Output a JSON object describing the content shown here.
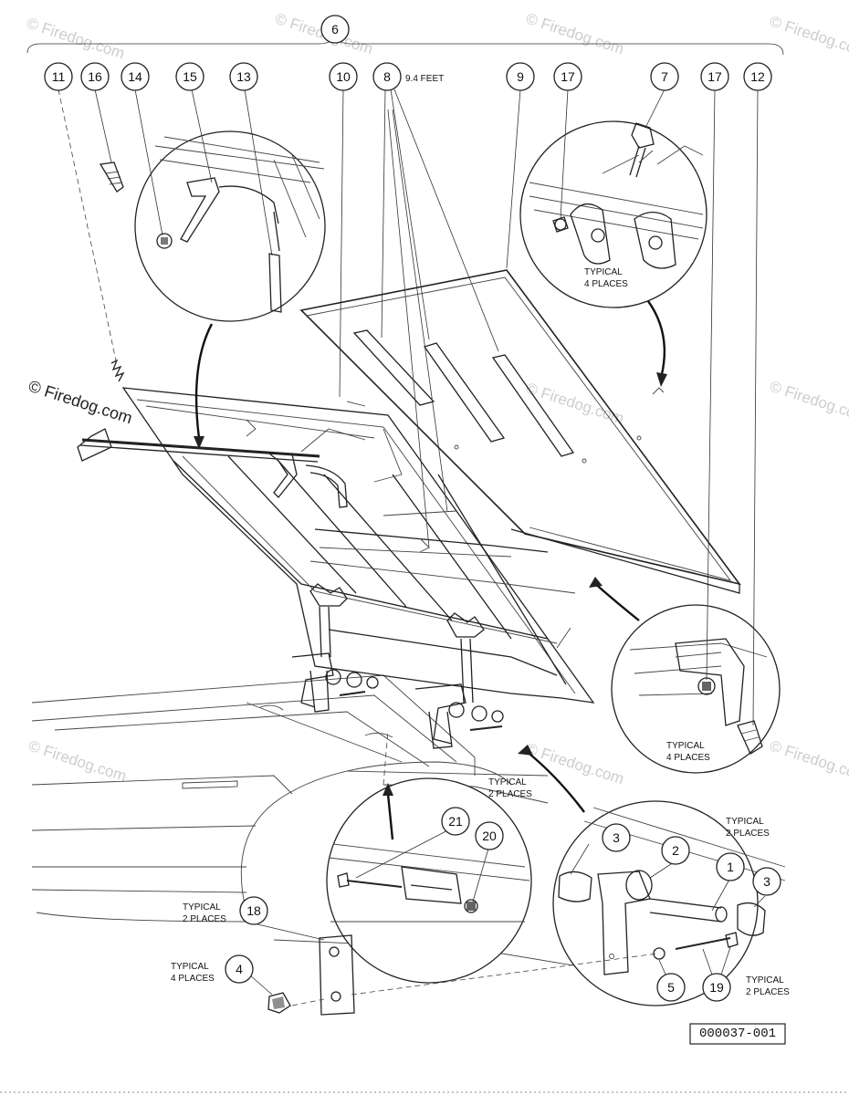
{
  "reference_number": "000037-001",
  "watermark_text": "© Firedog.com",
  "length_note": "9.4 FEET",
  "callouts": {
    "n1": "1",
    "n2": "2",
    "n3a": "3",
    "n3b": "3",
    "n4": "4",
    "n5": "5",
    "n6": "6",
    "n7": "7",
    "n8": "8",
    "n9": "9",
    "n10": "10",
    "n11": "11",
    "n12": "12",
    "n13": "13",
    "n14": "14",
    "n15": "15",
    "n16": "16",
    "n17a": "17",
    "n17b": "17",
    "n18": "18",
    "n19": "19",
    "n20": "20",
    "n21": "21"
  },
  "notes": {
    "typical_4_a": [
      "TYPICAL",
      "4 PLACES"
    ],
    "typical_4_b": [
      "TYPICAL",
      "4 PLACES"
    ],
    "typical_4_c": [
      "TYPICAL",
      "4 PLACES"
    ],
    "typical_2_a": [
      "TYPICAL",
      "2 PLACES"
    ],
    "typical_2_b": [
      "TYPICAL",
      "2 PLACES"
    ],
    "typical_2_c": [
      "TYPICAL",
      "2 PLACES"
    ],
    "typical_2_d": [
      "TYPICAL",
      "2 PLACES"
    ]
  }
}
